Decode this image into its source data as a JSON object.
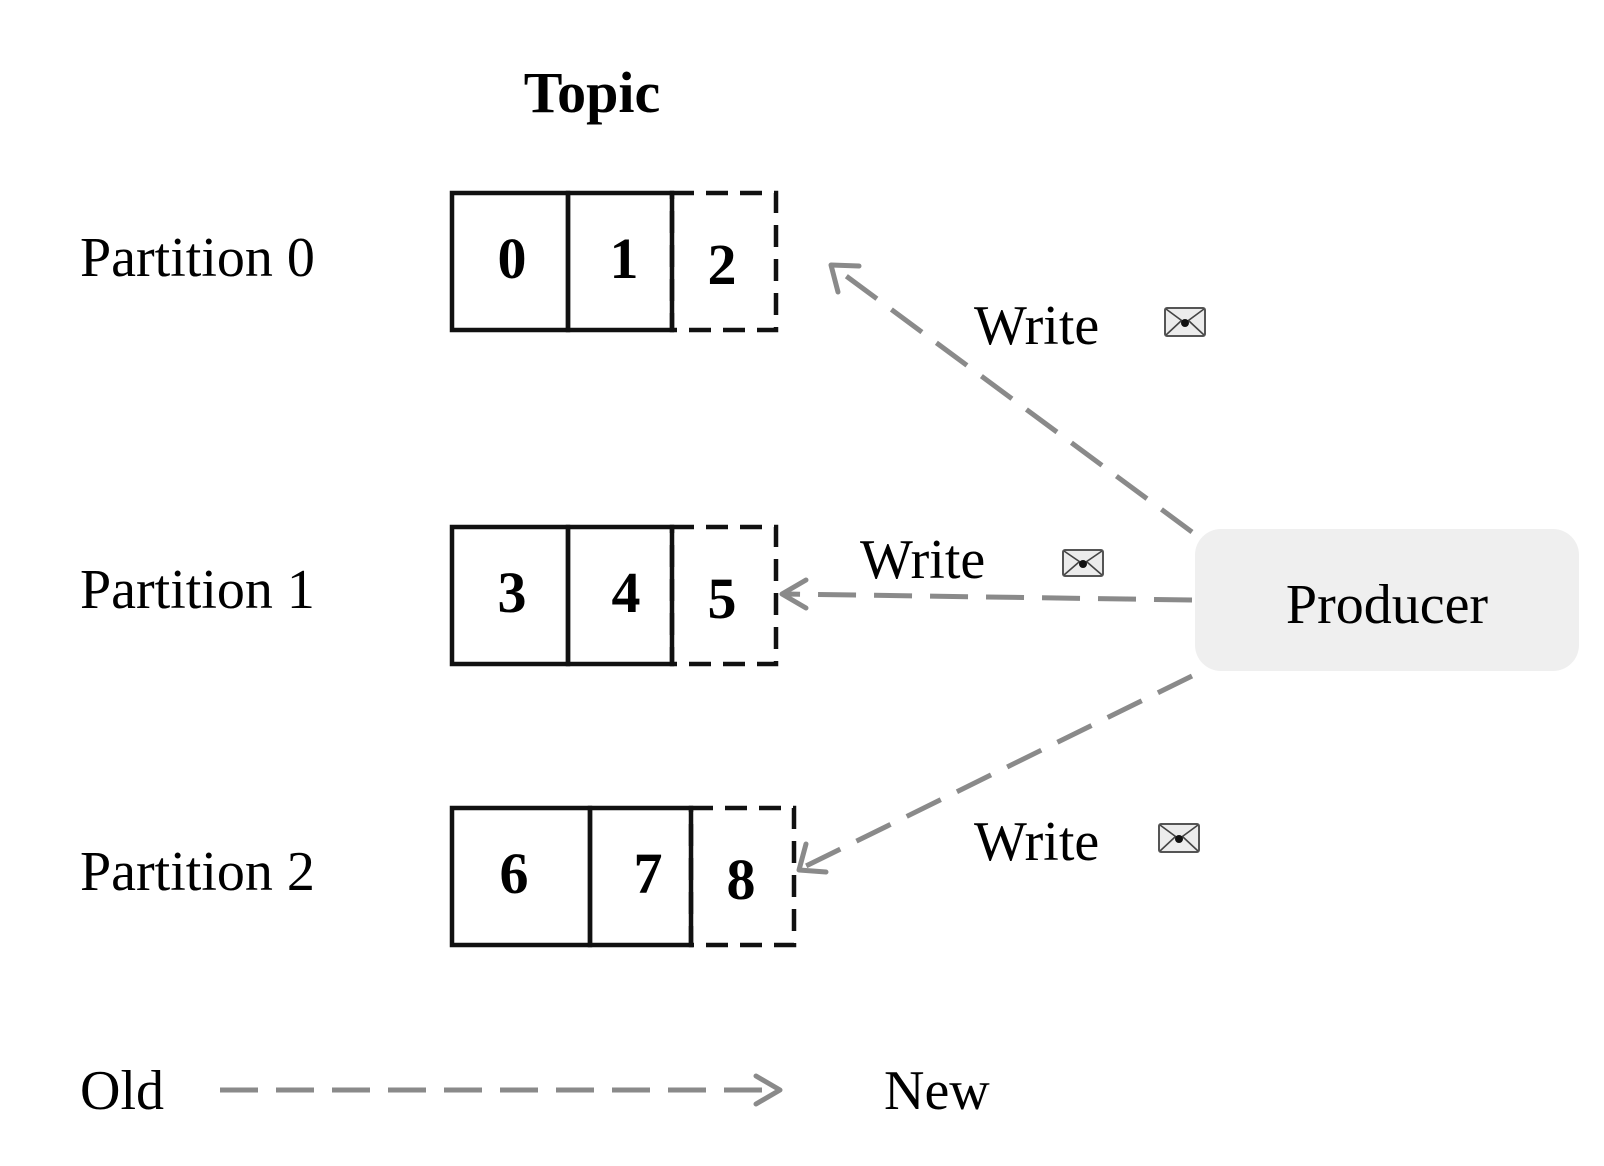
{
  "title": "Topic",
  "partitions": [
    {
      "label": "Partition 0",
      "offsets": [
        "0",
        "1"
      ],
      "new_offset": "2"
    },
    {
      "label": "Partition 1",
      "offsets": [
        "3",
        "4"
      ],
      "new_offset": "5"
    },
    {
      "label": "Partition 2",
      "offsets": [
        "6",
        "7"
      ],
      "new_offset": "8"
    }
  ],
  "producer": {
    "label": "Producer"
  },
  "writes": [
    {
      "label": "Write",
      "icon": "envelope-icon",
      "target": "Partition 0"
    },
    {
      "label": "Write",
      "icon": "envelope-icon",
      "target": "Partition 1"
    },
    {
      "label": "Write",
      "icon": "envelope-icon",
      "target": "Partition 2"
    }
  ],
  "legend": {
    "old_label": "Old",
    "new_label": "New"
  },
  "colors": {
    "arrow": "#8a8a8a",
    "producer_fill": "#efefef",
    "box_stroke": "#111111"
  }
}
